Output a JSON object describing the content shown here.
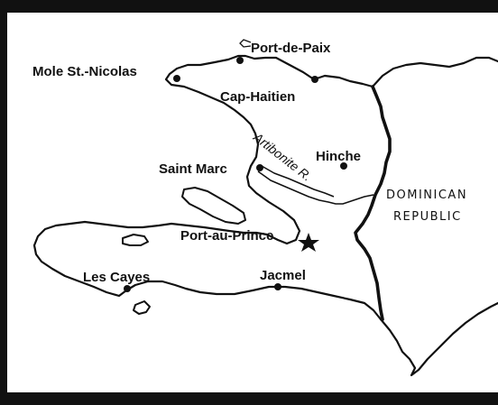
{
  "cities": [
    {
      "id": "port-de-paix",
      "name": "Port-de-Paix"
    },
    {
      "id": "mole-st-nicolas",
      "name": "Mole St.-Nicolas"
    },
    {
      "id": "cap-haitien",
      "name": "Cap-Haitien"
    },
    {
      "id": "hinche",
      "name": "Hinche"
    },
    {
      "id": "saint-marc",
      "name": "Saint Marc"
    },
    {
      "id": "port-au-prince",
      "name": "Port-au-Prince"
    },
    {
      "id": "les-cayes",
      "name": "Les Cayes"
    },
    {
      "id": "jacmel",
      "name": "Jacmel"
    }
  ],
  "river": {
    "name": "Artibonite R."
  },
  "country": {
    "line1": "DOMINICAN",
    "line2": "REPUBLIC"
  },
  "capital_symbol": "star",
  "colors": {
    "ink": "#111111",
    "background": "#ffffff",
    "frame": "#111111"
  }
}
